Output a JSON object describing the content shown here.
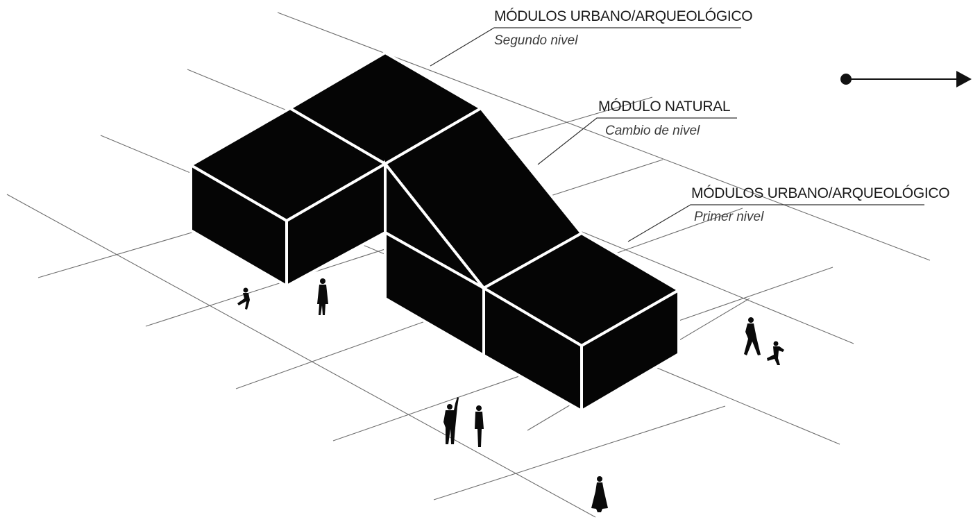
{
  "labels": {
    "upper": {
      "title": "MÓDULOS URBANO/ARQUEOLÓGICO",
      "subtitle": "Segundo nivel"
    },
    "natural": {
      "title": "MÓDULO NATURAL",
      "subtitle": "Cambio de nivel"
    },
    "lower": {
      "title": "MÓDULOS URBANO/ARQUEOLÓGICO",
      "subtitle": "Primer nivel"
    }
  },
  "colors": {
    "blocks": "#050505",
    "grid": "#6e6e6e",
    "text": "#1a1a1a",
    "background": "#ffffff"
  },
  "icons": {
    "direction": "arrow-right-icon"
  }
}
